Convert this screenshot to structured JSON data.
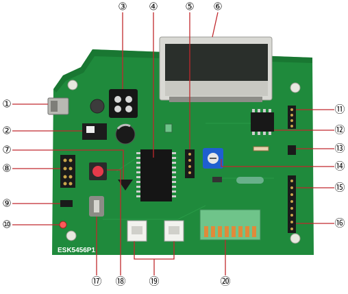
{
  "board": {
    "silk_label": "ESK5456P1",
    "pcb_color": "#1f8a3c",
    "pcb_dark": "#156b2c",
    "lcd_frame_color": "#d9d9d4",
    "lcd_screen_color": "#2a2f2b",
    "connector_color": "#6fc48a",
    "potentiometer_color": "#1f5fd0",
    "button_color": "#e63a4a",
    "led_color": "#ff5a5a"
  },
  "callouts": {
    "c1": "①",
    "c2": "②",
    "c3": "③",
    "c4": "④",
    "c5": "⑤",
    "c6": "⑥",
    "c7": "⑦",
    "c8": "⑧",
    "c9": "⑨",
    "c10": "⑩",
    "c11": "⑪",
    "c12": "⑫",
    "c13": "⑬",
    "c14": "⑭",
    "c15": "⑮",
    "c16": "⑯",
    "c17": "⑰",
    "c18": "⑱",
    "c19": "⑲",
    "c20": "⑳"
  }
}
